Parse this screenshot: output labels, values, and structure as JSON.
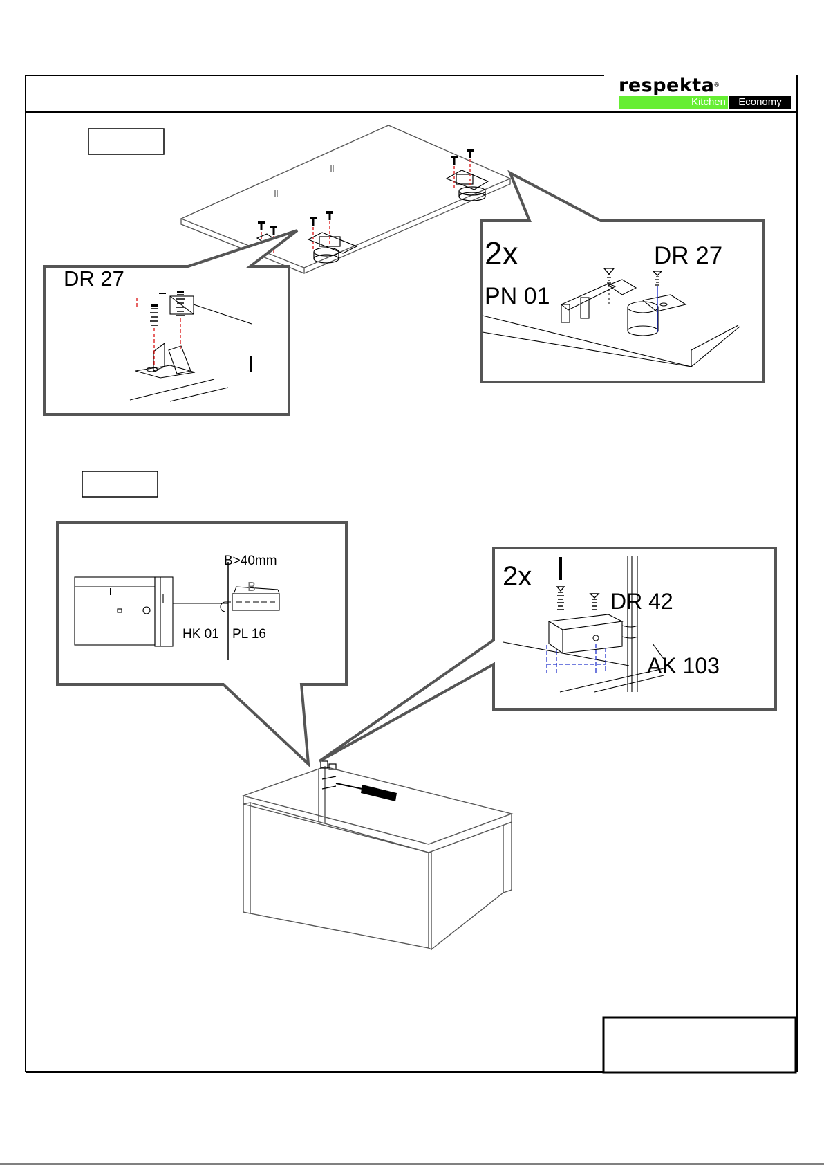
{
  "brand": {
    "name": "respekta",
    "registered_mark": "®",
    "tag_left": "Kitchen",
    "tag_right": "Economy",
    "tag_left_color": "#66ee33",
    "tag_right_color": "#000000"
  },
  "step1": {
    "callout_left": {
      "part": "DR 27",
      "marker": "I"
    },
    "callout_right": {
      "quantity": "2x",
      "part_a": "PN 01",
      "part_b": "DR 27"
    },
    "panel_marks": [
      "II",
      "II"
    ]
  },
  "step2": {
    "callout_left": {
      "dimension": "B>40mm",
      "part_a": "HK 01",
      "part_b": "PL 16",
      "side_mark": "B"
    },
    "callout_right": {
      "quantity": "2x",
      "marker": "I",
      "part_a": "DR 42",
      "part_b": "AK 103"
    }
  },
  "colors": {
    "line": "#000000",
    "callout_border": "#555555",
    "screw_hole": "#dd2222",
    "guide": "#2233cc"
  }
}
